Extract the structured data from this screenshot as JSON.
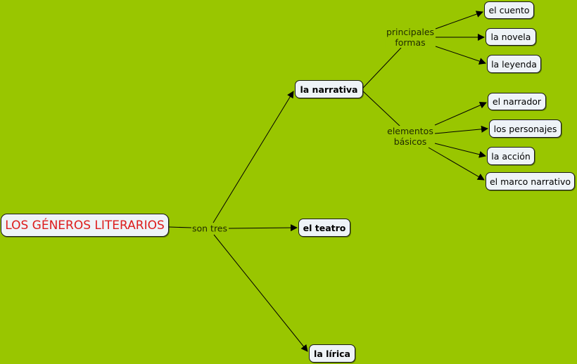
{
  "colors": {
    "background": "#99c600",
    "node_fill": "#eef3f7",
    "node_border": "#1a1a1a",
    "root_text": "#dd1c1c",
    "line": "#000000"
  },
  "root": {
    "label": "LOS GÉNEROS LITERARIOS"
  },
  "linking_phrases": {
    "son_tres": "son tres",
    "principales_formas": "principales\nformas",
    "elementos_basicos": "elementos\nbásicos"
  },
  "genres": [
    {
      "label": "la narrativa"
    },
    {
      "label": "el teatro"
    },
    {
      "label": "la lírica"
    }
  ],
  "principales_formas": [
    {
      "label": "el cuento"
    },
    {
      "label": "la novela"
    },
    {
      "label": "la leyenda"
    }
  ],
  "elementos_basicos": [
    {
      "label": "el narrador"
    },
    {
      "label": "los personajes"
    },
    {
      "label": "la acción"
    },
    {
      "label": "el marco narrativo"
    }
  ]
}
